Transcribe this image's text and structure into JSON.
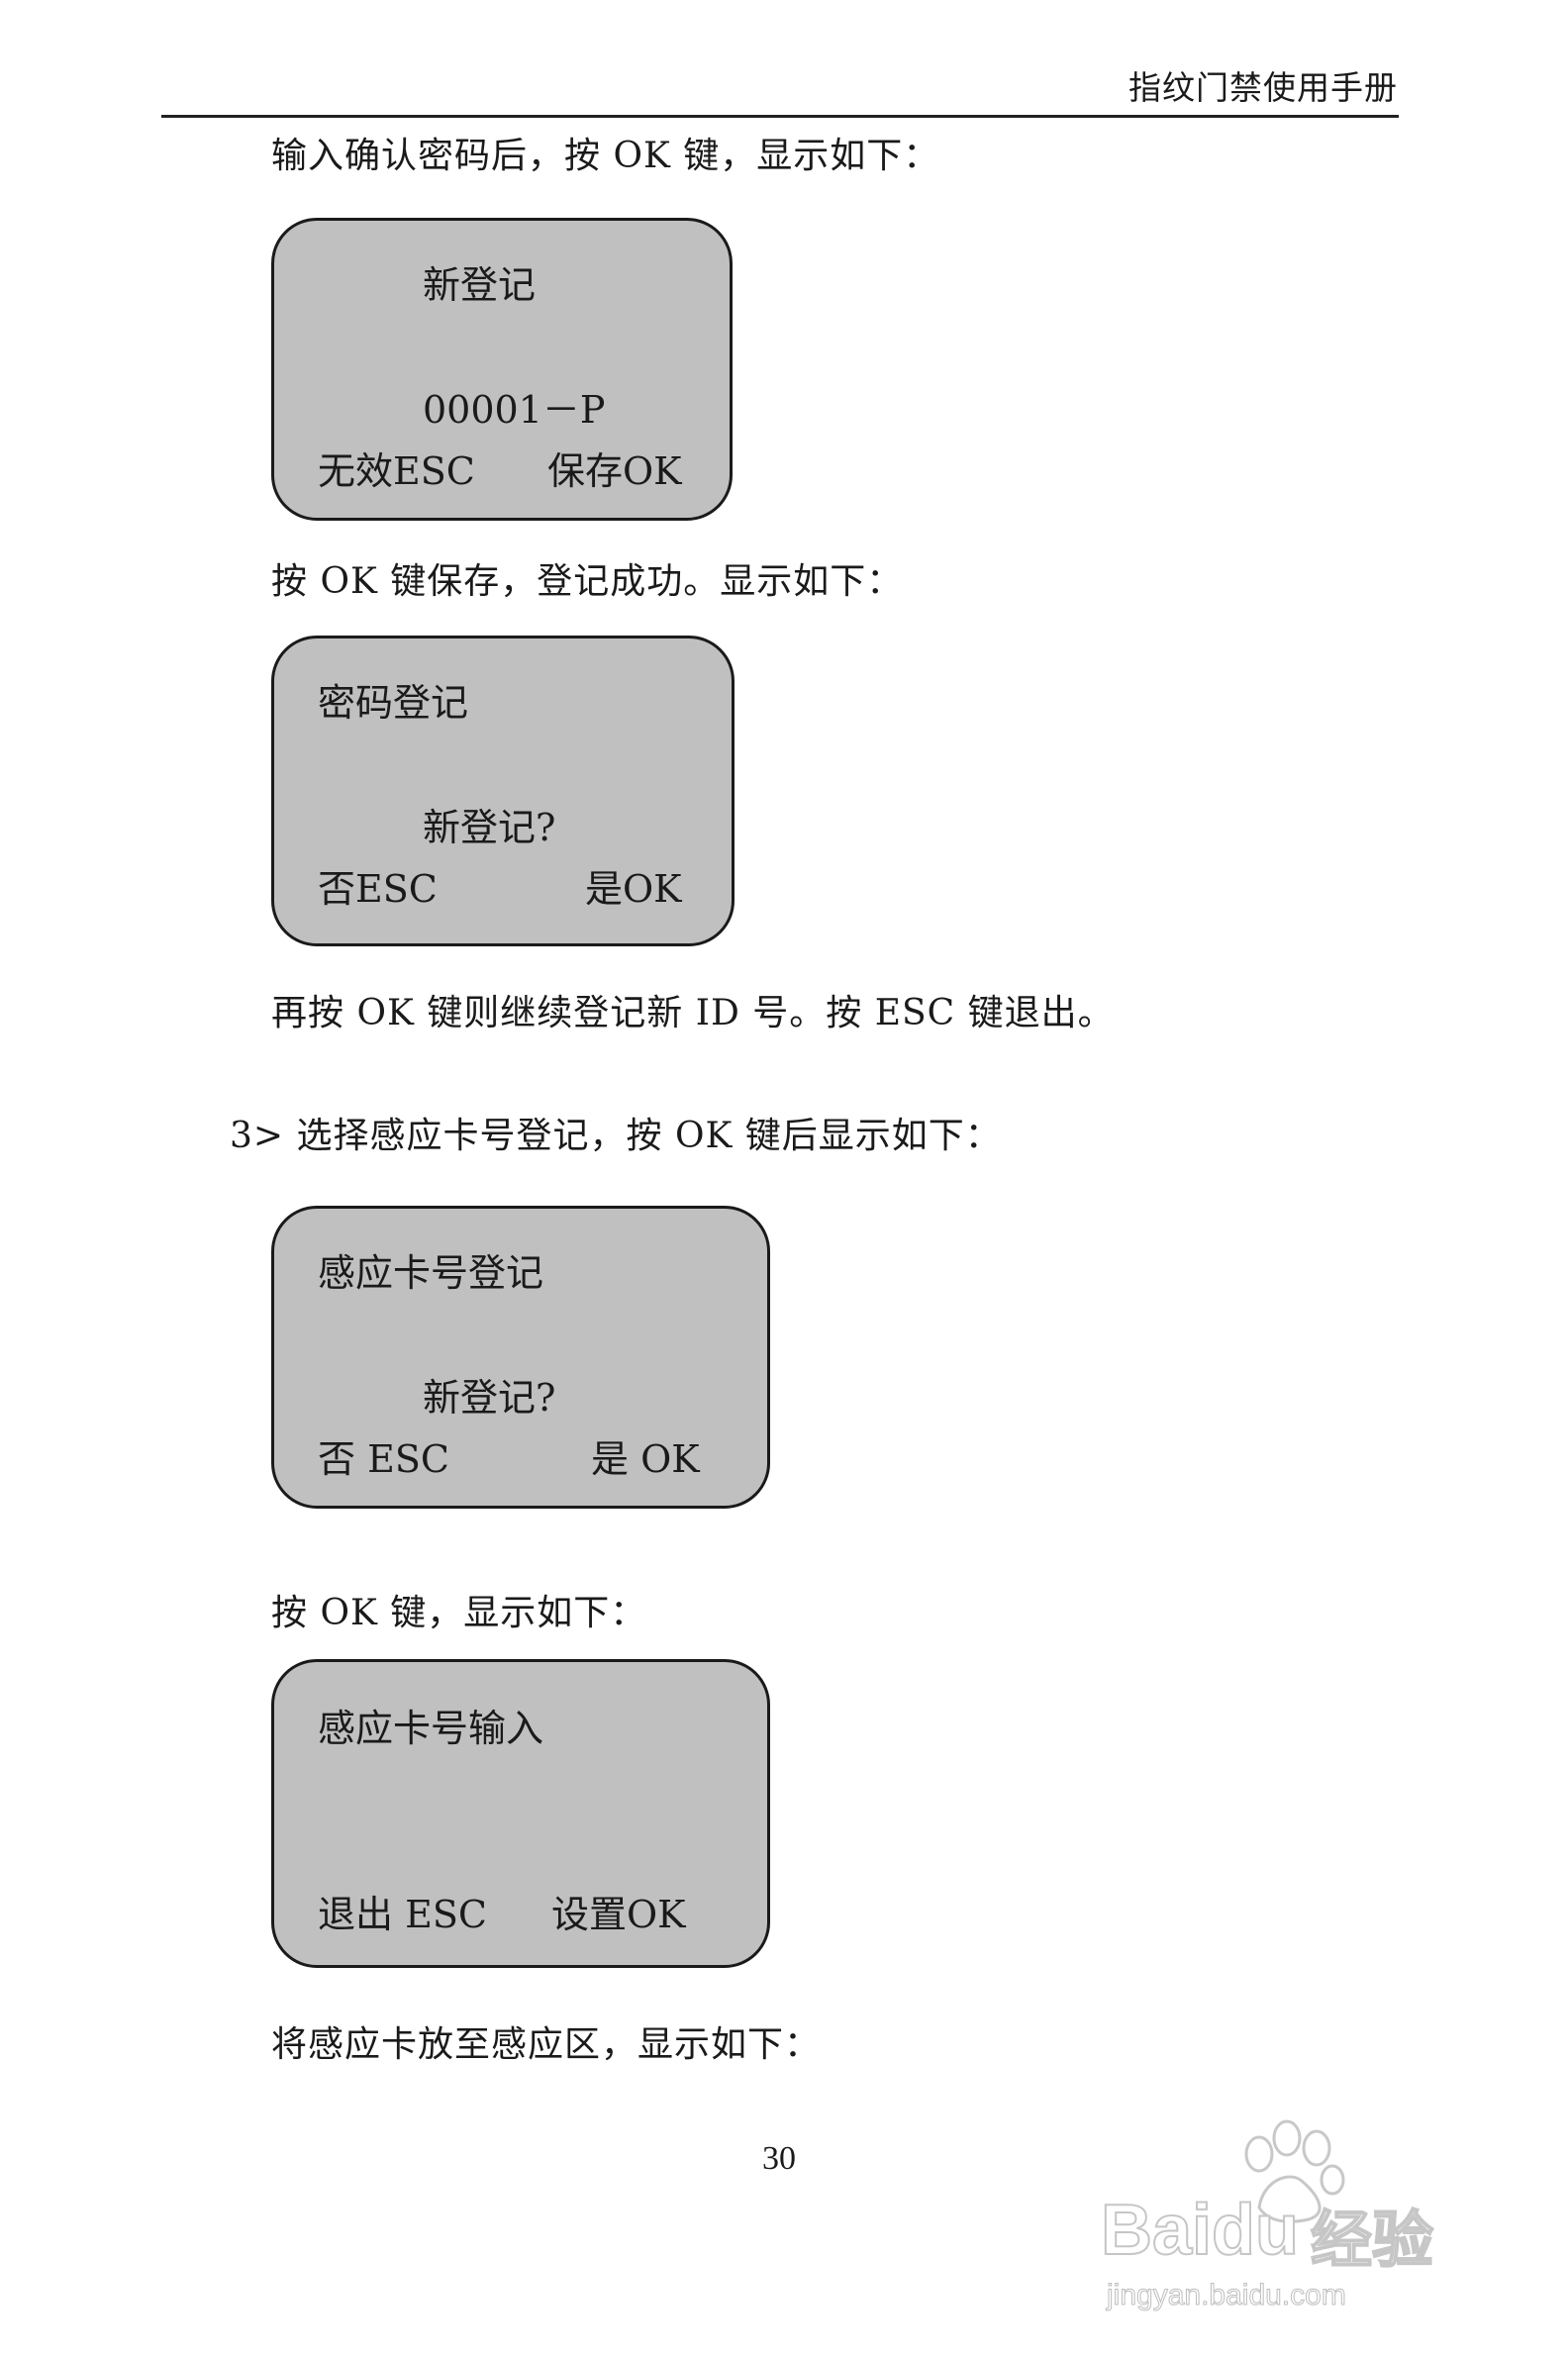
{
  "header": {
    "title": "指纹门禁使用手册"
  },
  "paragraphs": [
    "输入确认密码后，按 OK 键，显示如下：",
    "按 OK 键保存，登记成功。显示如下：",
    "再按 OK 键则继续登记新 ID 号。按 ESC 键退出。",
    "3> 选择感应卡号登记，按 OK 键后显示如下：",
    "按 OK 键，显示如下：",
    "将感应卡放至感应区，显示如下："
  ],
  "screens": [
    {
      "title": "新登记",
      "middle": "00001－P",
      "left": "无效ESC",
      "right": "保存OK"
    },
    {
      "title": "密码登记",
      "middle": "新登记?",
      "left": "否ESC",
      "right": "是OK"
    },
    {
      "title": "感应卡号登记",
      "middle": "新登记?",
      "left": "否 ESC",
      "right": "是 OK"
    },
    {
      "title": "感应卡号输入",
      "middle": "",
      "left": "退出 ESC",
      "right": "设置OK"
    }
  ],
  "footer": {
    "page_number": "30"
  },
  "watermark": {
    "brand": "Bai",
    "brand2": "du",
    "product": "经验",
    "url": "jingyan.baidu.com"
  }
}
